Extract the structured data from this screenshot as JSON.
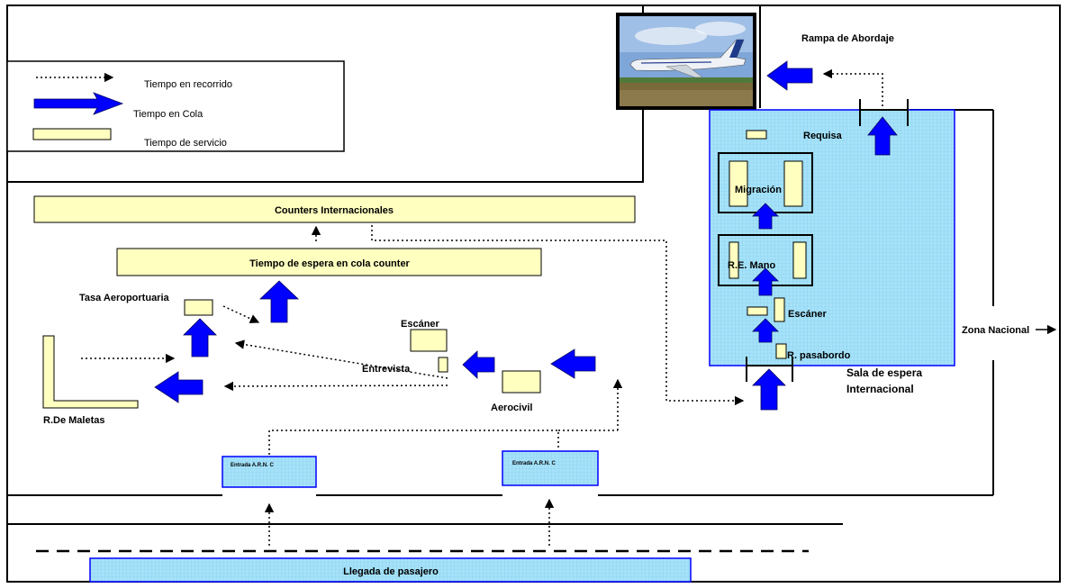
{
  "legend": {
    "travel_time": "Tiempo en recorrido",
    "queue_time": "Tiempo en Cola",
    "service_time": "Tiempo de servicio"
  },
  "labels": {
    "boarding_ramp": "Rampa de Abordaje",
    "counters": "Counters Internacionales",
    "counter_queue": "Tiempo de espera en cola counter",
    "airport_tax": "Tasa Aeroportuaria",
    "scanner_left": "Escáner",
    "interview": "Entrevista",
    "aerocivil": "Aerocivil",
    "baggage": "R.De Maletas",
    "entrance_1": "Entrada A.R.N. C",
    "entrance_2": "Entrada A.R.N. C",
    "arrival": "Llegada de pasajero",
    "inspection": "Requisa",
    "migration": "Migración",
    "hand_luggage": "R.E. Mano",
    "scanner_right": "Escáner",
    "boarding_pass": "R. pasabordo",
    "waiting_room_line1": "Sala de espera",
    "waiting_room_line2": "Internacional",
    "national_zone": "Zona Nacional"
  },
  "colors": {
    "queue_arrow": "#0000ff",
    "service_box": "#ffffc0",
    "zone_fill": "#a8e4f8",
    "line": "#000000"
  },
  "icons": {
    "airplane": "airplane-photo"
  }
}
